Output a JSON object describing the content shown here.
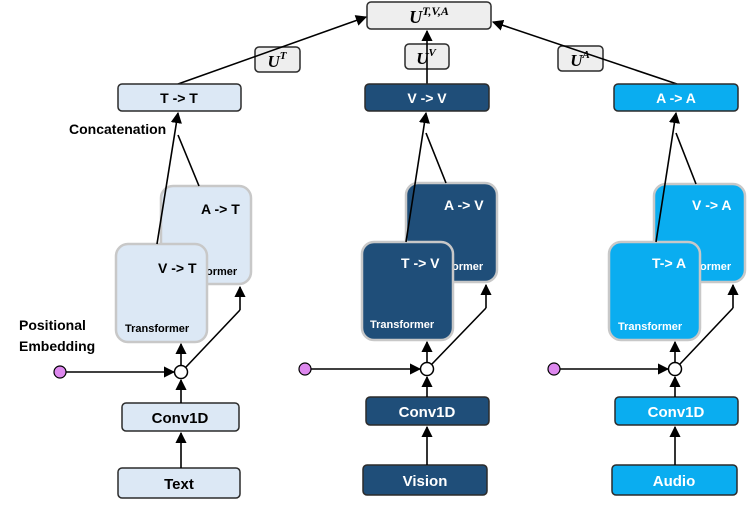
{
  "labels": {
    "concatenation": "Concatenation",
    "positional_line1": "Positional",
    "positional_line2": "Embedding"
  },
  "top": {
    "output": {
      "base": "U",
      "sup": "T,V,A"
    },
    "u_text": {
      "base": "U",
      "sup": "T"
    },
    "u_vision": {
      "base": "U",
      "sup": "V"
    },
    "u_audio": {
      "base": "U",
      "sup": "A"
    }
  },
  "columns": [
    {
      "key": "text",
      "top_box": "T -> T",
      "back_card": {
        "title": "A -> T",
        "sub": "ormer"
      },
      "front_card": {
        "title": "V -> T",
        "sub": "Transformer"
      },
      "conv": "Conv1D",
      "input": "Text",
      "colors": {
        "fill": "#dce8f5",
        "text": "#000000",
        "stroke": "#2b2b2b",
        "card_stroke": "#c8c8c8"
      }
    },
    {
      "key": "vision",
      "top_box": "V -> V",
      "back_card": {
        "title": "A -> V",
        "sub": "ormer"
      },
      "front_card": {
        "title": "T -> V",
        "sub": "Transformer"
      },
      "conv": "Conv1D",
      "input": "Vision",
      "colors": {
        "fill": "#1f4e79",
        "text": "#ffffff",
        "stroke": "#2b2b2b",
        "card_stroke": "#c8c8c8"
      }
    },
    {
      "key": "audio",
      "top_box": "A -> A",
      "back_card": {
        "title": "V -> A",
        "sub": "ormer"
      },
      "front_card": {
        "title": "T-> A",
        "sub": "Transformer"
      },
      "conv": "Conv1D",
      "input": "Audio",
      "colors": {
        "fill": "#0aadf0",
        "text": "#ffffff",
        "stroke": "#2b2b2b",
        "card_stroke": "#c8c8c8"
      }
    }
  ],
  "accent": {
    "embedding_dot": "#dd88ee",
    "neutral_box": "#eeeeee"
  }
}
